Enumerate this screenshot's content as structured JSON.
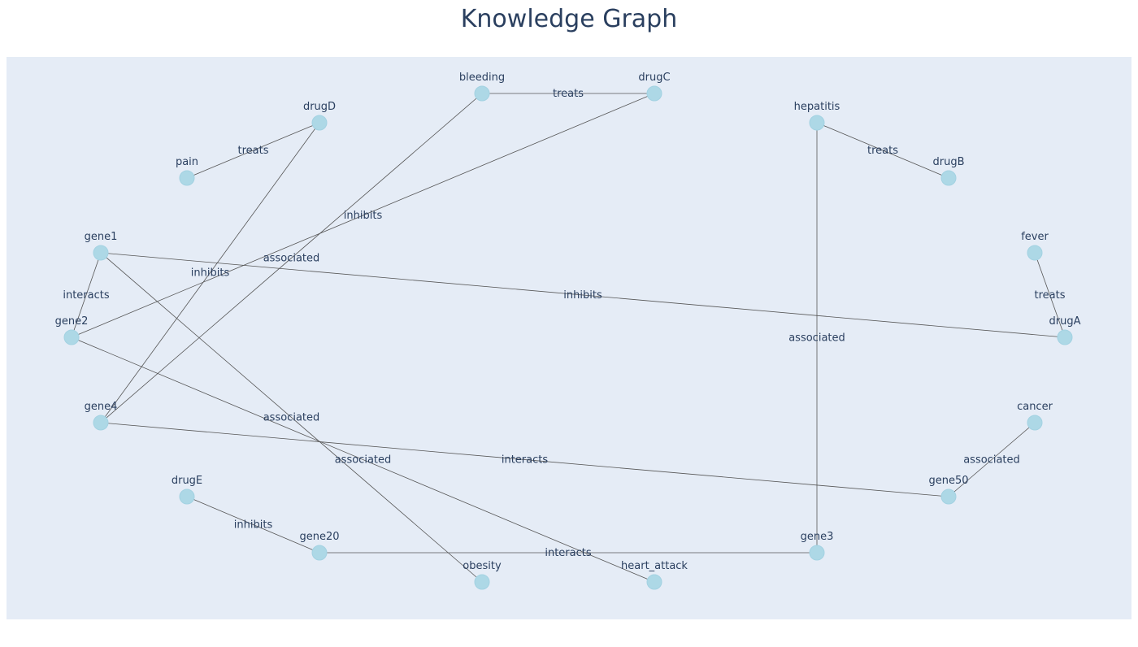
{
  "title": "Knowledge Graph",
  "colors": {
    "plot_background": "#e5ecf6",
    "node_fill": "#add8e6",
    "edge_stroke": "#555555",
    "text": "#2a3f5f"
  },
  "nodes": [
    {
      "id": "bleeding",
      "label": "bleeding"
    },
    {
      "id": "drugC",
      "label": "drugC"
    },
    {
      "id": "drugD",
      "label": "drugD"
    },
    {
      "id": "hepatitis",
      "label": "hepatitis"
    },
    {
      "id": "pain",
      "label": "pain"
    },
    {
      "id": "drugB",
      "label": "drugB"
    },
    {
      "id": "gene1",
      "label": "gene1"
    },
    {
      "id": "fever",
      "label": "fever"
    },
    {
      "id": "gene2",
      "label": "gene2"
    },
    {
      "id": "drugA",
      "label": "drugA"
    },
    {
      "id": "gene4",
      "label": "gene4"
    },
    {
      "id": "cancer",
      "label": "cancer"
    },
    {
      "id": "drugE",
      "label": "drugE"
    },
    {
      "id": "gene50",
      "label": "gene50"
    },
    {
      "id": "gene20",
      "label": "gene20"
    },
    {
      "id": "gene3",
      "label": "gene3"
    },
    {
      "id": "obesity",
      "label": "obesity"
    },
    {
      "id": "heart_attack",
      "label": "heart_attack"
    }
  ],
  "edges": [
    {
      "source": "drugC",
      "target": "bleeding",
      "label": "treats"
    },
    {
      "source": "drugD",
      "target": "pain",
      "label": "treats"
    },
    {
      "source": "drugB",
      "target": "hepatitis",
      "label": "treats"
    },
    {
      "source": "drugA",
      "target": "fever",
      "label": "treats"
    },
    {
      "source": "drugC",
      "target": "gene2",
      "label": "inhibits"
    },
    {
      "source": "drugD",
      "target": "gene4",
      "label": "inhibits"
    },
    {
      "source": "drugA",
      "target": "gene1",
      "label": "inhibits"
    },
    {
      "source": "drugE",
      "target": "gene20",
      "label": "inhibits"
    },
    {
      "source": "gene1",
      "target": "gene2",
      "label": "interacts"
    },
    {
      "source": "gene4",
      "target": "gene50",
      "label": "interacts"
    },
    {
      "source": "gene20",
      "target": "gene3",
      "label": "interacts"
    },
    {
      "source": "gene4",
      "target": "bleeding",
      "label": "associated"
    },
    {
      "source": "gene1",
      "target": "obesity",
      "label": "associated"
    },
    {
      "source": "gene2",
      "target": "heart_attack",
      "label": "associated"
    },
    {
      "source": "gene3",
      "target": "hepatitis",
      "label": "associated"
    },
    {
      "source": "gene50",
      "target": "cancer",
      "label": "associated"
    }
  ]
}
